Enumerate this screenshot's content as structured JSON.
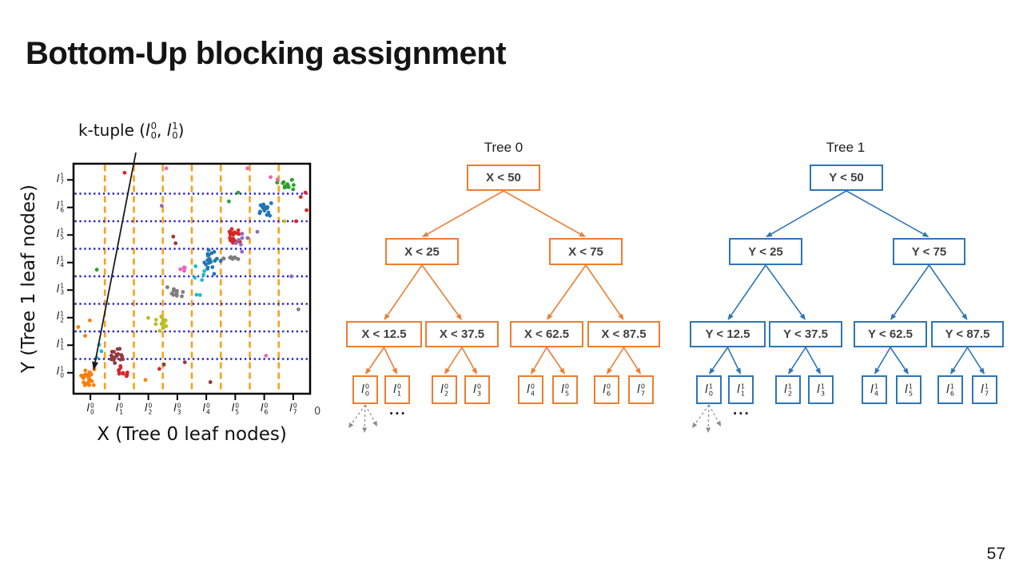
{
  "slide": {
    "title": "Bottom-Up blocking assignment",
    "page_number": "57"
  },
  "chart_data": {
    "type": "scatter",
    "xlabel": "X (Tree 0 leaf nodes)",
    "ylabel": "Y (Tree 1 leaf nodes)",
    "xlim": [
      0,
      100
    ],
    "ylim": [
      0,
      100
    ],
    "x_ticks": [
      {
        "base": "l",
        "sub": "0",
        "sup": "0"
      },
      {
        "base": "l",
        "sub": "1",
        "sup": "0"
      },
      {
        "base": "l",
        "sub": "2",
        "sup": "0"
      },
      {
        "base": "l",
        "sub": "3",
        "sup": "0"
      },
      {
        "base": "l",
        "sub": "4",
        "sup": "0"
      },
      {
        "base": "l",
        "sub": "5",
        "sup": "0"
      },
      {
        "base": "l",
        "sub": "6",
        "sup": "0"
      },
      {
        "base": "l",
        "sub": "7",
        "sup": "0"
      }
    ],
    "y_ticks": [
      {
        "base": "l",
        "sub": "0",
        "sup": "1"
      },
      {
        "base": "l",
        "sub": "1",
        "sup": "1"
      },
      {
        "base": "l",
        "sub": "2",
        "sup": "1"
      },
      {
        "base": "l",
        "sub": "3",
        "sup": "1"
      },
      {
        "base": "l",
        "sub": "4",
        "sup": "1"
      },
      {
        "base": "l",
        "sub": "5",
        "sup": "1"
      },
      {
        "base": "l",
        "sub": "6",
        "sup": "1"
      },
      {
        "base": "l",
        "sub": "7",
        "sup": "1"
      }
    ],
    "partial_right_tick_label": "0",
    "annotation": {
      "prefix": "k-tuple (",
      "separator": ", ",
      "tuple": [
        {
          "base": "l",
          "sub": "0",
          "sup": "0"
        },
        {
          "base": "l",
          "sub": "0",
          "sup": "1"
        }
      ],
      "suffix": ")"
    },
    "grid": {
      "vertical": {
        "positions": [
          12.5,
          25,
          37.5,
          50,
          62.5,
          75,
          87.5
        ],
        "style": "dashed",
        "color": "#F9A11B"
      },
      "horizontal": {
        "positions": [
          12.5,
          25,
          37.5,
          50,
          62.5,
          75,
          87.5
        ],
        "style": "dotted",
        "color": "#2222CC"
      }
    },
    "clusters": [
      {
        "name": "orange-l0l0",
        "color": "#FF7F0E",
        "cx": 5,
        "cy": 4,
        "sx": 5,
        "sy": 6,
        "n": 26
      },
      {
        "name": "red-low",
        "color": "#D62728",
        "cx": 21,
        "cy": 7,
        "sx": 7,
        "sy": 5,
        "n": 12
      },
      {
        "name": "brown-l1l1",
        "color": "#943A3C",
        "cx": 17,
        "cy": 14,
        "sx": 5,
        "sy": 5,
        "n": 18
      },
      {
        "name": "olive-l2l2",
        "color": "#BCBD22",
        "cx": 36,
        "cy": 29,
        "sx": 6,
        "sy": 5,
        "n": 16
      },
      {
        "name": "gray-low",
        "color": "#7F7F7F",
        "cx": 43,
        "cy": 43,
        "sx": 5,
        "sy": 4,
        "n": 12
      },
      {
        "name": "cyan-mid",
        "color": "#17BECF",
        "cx": 53,
        "cy": 48,
        "sx": 6,
        "sy": 9,
        "n": 7
      },
      {
        "name": "blue-mid",
        "color": "#1F77B4",
        "cx": 58,
        "cy": 56,
        "sx": 5,
        "sy": 7,
        "n": 20
      },
      {
        "name": "gray-high",
        "color": "#7F7F7F",
        "cx": 66,
        "cy": 58,
        "sx": 5,
        "sy": 2,
        "n": 9
      },
      {
        "name": "red-main",
        "color": "#D62728",
        "cx": 68,
        "cy": 68,
        "sx": 5,
        "sy": 5,
        "n": 22
      },
      {
        "name": "purple-spread",
        "color": "#9467BD",
        "cx": 72,
        "cy": 67,
        "sx": 10,
        "sy": 7,
        "n": 8
      },
      {
        "name": "blue-high",
        "color": "#1F77B4",
        "cx": 82,
        "cy": 81,
        "sx": 5,
        "sy": 5,
        "n": 16
      },
      {
        "name": "green-l7l7",
        "color": "#2CA02C",
        "cx": 91,
        "cy": 92,
        "sx": 6,
        "sy": 5,
        "n": 14
      },
      {
        "name": "pink-mid",
        "color": "#ED64B5",
        "cx": 46,
        "cy": 53,
        "sx": 3,
        "sy": 3,
        "n": 4
      }
    ],
    "extra_points": [
      [
        21,
        97,
        "#D62728"
      ],
      [
        39,
        99,
        "#ED64B5"
      ],
      [
        74,
        99,
        "#ED64B5"
      ],
      [
        37,
        82,
        "#9467BD"
      ],
      [
        9,
        53,
        "#2CA02C"
      ],
      [
        42,
        68,
        "#943A3C"
      ],
      [
        43,
        65,
        "#943A3C"
      ],
      [
        9,
        13,
        "#17BECF"
      ],
      [
        11,
        16,
        "#17BECF"
      ],
      [
        10,
        19,
        "#17BECF"
      ],
      [
        58,
        2,
        "#943A3C"
      ],
      [
        82,
        14,
        "#ED64B5"
      ],
      [
        96,
        35,
        "#7F7F7F"
      ],
      [
        66,
        84,
        "#2CA02C"
      ],
      [
        70,
        88,
        "#2CA02C"
      ],
      [
        97,
        86,
        "#D62728"
      ],
      [
        99,
        88,
        "#D62728"
      ],
      [
        99.5,
        80,
        "#D62728"
      ],
      [
        95,
        75,
        "#D62728"
      ],
      [
        84,
        95,
        "#ED64B5"
      ],
      [
        87,
        94,
        "#ED64B5"
      ],
      [
        90,
        75,
        "#BCBD22"
      ],
      [
        93,
        50,
        "#9467BD"
      ],
      [
        36,
        8,
        "#D62728"
      ],
      [
        38,
        10,
        "#943A3C"
      ],
      [
        30,
        3,
        "#FF7F0E"
      ],
      [
        47,
        11,
        "#943A3C"
      ],
      [
        1,
        27,
        "#FF7F0E"
      ],
      [
        4,
        23,
        "#FF7F0E"
      ],
      [
        6,
        30,
        "#FF7F0E"
      ]
    ]
  },
  "trees": [
    {
      "title": "Tree 0",
      "accent_color": "#ED7D31",
      "nodes": {
        "root": "X < 50",
        "level2": [
          "X < 25",
          "X < 75"
        ],
        "level3": [
          "X < 12.5",
          "X < 37.5",
          "X < 62.5",
          "X < 87.5"
        ]
      },
      "leaves": [
        {
          "base": "l",
          "sub": "0",
          "sup": "0"
        },
        {
          "base": "l",
          "sub": "1",
          "sup": "0"
        },
        {
          "base": "l",
          "sub": "2",
          "sup": "0"
        },
        {
          "base": "l",
          "sub": "3",
          "sup": "0"
        },
        {
          "base": "l",
          "sub": "4",
          "sup": "0"
        },
        {
          "base": "l",
          "sub": "5",
          "sup": "0"
        },
        {
          "base": "l",
          "sub": "6",
          "sup": "0"
        },
        {
          "base": "l",
          "sub": "7",
          "sup": "0"
        }
      ],
      "ellipsis": "..."
    },
    {
      "title": "Tree 1",
      "accent_color": "#2E75B6",
      "nodes": {
        "root": "Y < 50",
        "level2": [
          "Y < 25",
          "Y < 75"
        ],
        "level3": [
          "Y < 12.5",
          "Y < 37.5",
          "Y < 62.5",
          "Y < 87.5"
        ]
      },
      "leaves": [
        {
          "base": "l",
          "sub": "0",
          "sup": "1"
        },
        {
          "base": "l",
          "sub": "1",
          "sup": "1"
        },
        {
          "base": "l",
          "sub": "2",
          "sup": "1"
        },
        {
          "base": "l",
          "sub": "3",
          "sup": "1"
        },
        {
          "base": "l",
          "sub": "4",
          "sup": "1"
        },
        {
          "base": "l",
          "sub": "5",
          "sup": "1"
        },
        {
          "base": "l",
          "sub": "6",
          "sup": "1"
        },
        {
          "base": "l",
          "sub": "7",
          "sup": "1"
        }
      ],
      "ellipsis": "..."
    }
  ]
}
